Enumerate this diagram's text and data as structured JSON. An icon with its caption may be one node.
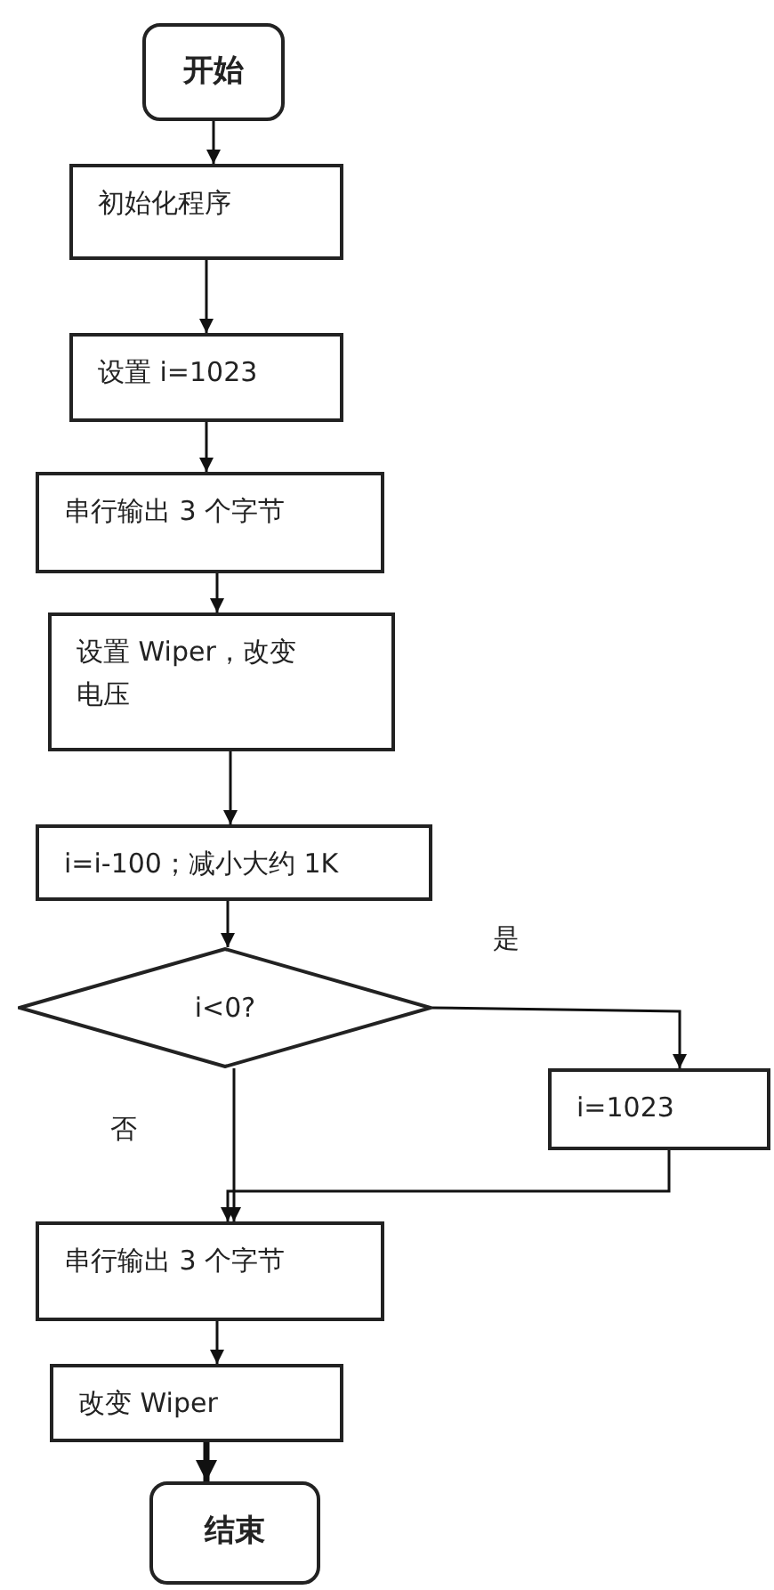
{
  "diagram": {
    "nodes": [
      {
        "text": [
          "开始"
        ]
      },
      {
        "text": [
          "初始化程序"
        ]
      },
      {
        "text": [
          "设置 i=1023"
        ]
      },
      {
        "text": [
          "串行输出 3 个字节"
        ]
      },
      {
        "text": [
          "设置 Wiper，改变电压"
        ]
      },
      {
        "text": [
          "i=i-100；减小大约 1K"
        ]
      },
      {
        "text": [
          "i<0?"
        ]
      },
      {
        "text": [
          "i=1023"
        ]
      },
      {
        "text": [
          "串行输出 3 个字节"
        ]
      },
      {
        "text": [
          "改变 Wiper"
        ]
      },
      {
        "text": [
          "结束"
        ]
      }
    ],
    "edges": [
      {
        "from": 0,
        "to": 1,
        "arrow": "to"
      },
      {
        "from": 1,
        "to": 2,
        "arrow": "to"
      },
      {
        "from": 2,
        "to": 3,
        "arrow": "to"
      },
      {
        "from": 3,
        "to": 4,
        "arrow": "to"
      },
      {
        "from": 4,
        "to": 5,
        "arrow": "to"
      },
      {
        "from": 5,
        "to": 6,
        "arrow": "to"
      },
      {
        "from": 6,
        "to": 7,
        "arrow": "to",
        "label": "是"
      },
      {
        "from": 6,
        "to": 8,
        "arrow": "to",
        "label": "否"
      },
      {
        "from": 7,
        "to": 8,
        "arrow": "to"
      },
      {
        "from": 8,
        "to": 9,
        "arrow": "to"
      },
      {
        "from": 9,
        "to": 10,
        "arrow": "to",
        "style": "thick"
      }
    ]
  }
}
